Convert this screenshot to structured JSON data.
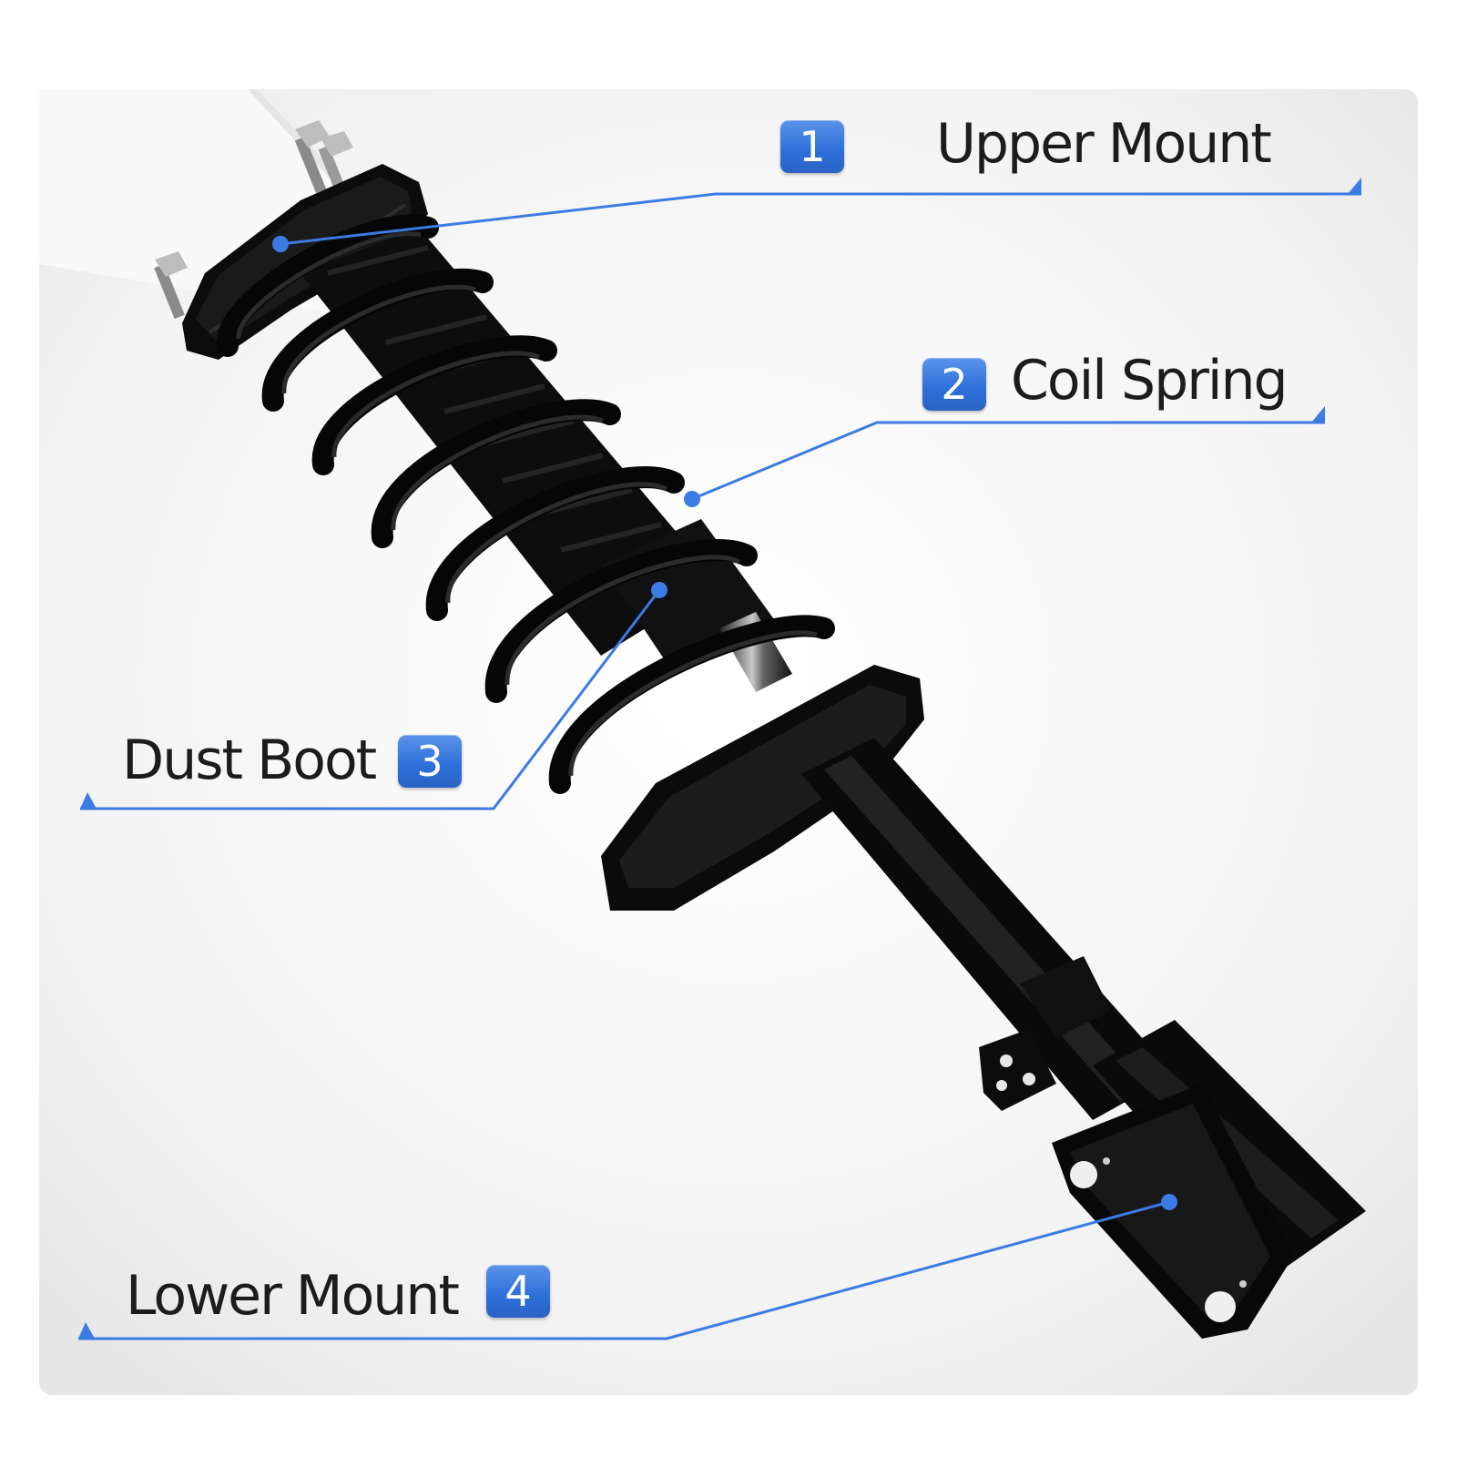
{
  "colors": {
    "accent": "#3b7be3",
    "part": "#0b0b0b",
    "background": "#f2f2f2"
  },
  "callouts": [
    {
      "number": "1",
      "label": "Upper Mount"
    },
    {
      "number": "2",
      "label": "Coil Spring"
    },
    {
      "number": "3",
      "label": "Dust Boot"
    },
    {
      "number": "4",
      "label": "Lower Mount"
    }
  ]
}
